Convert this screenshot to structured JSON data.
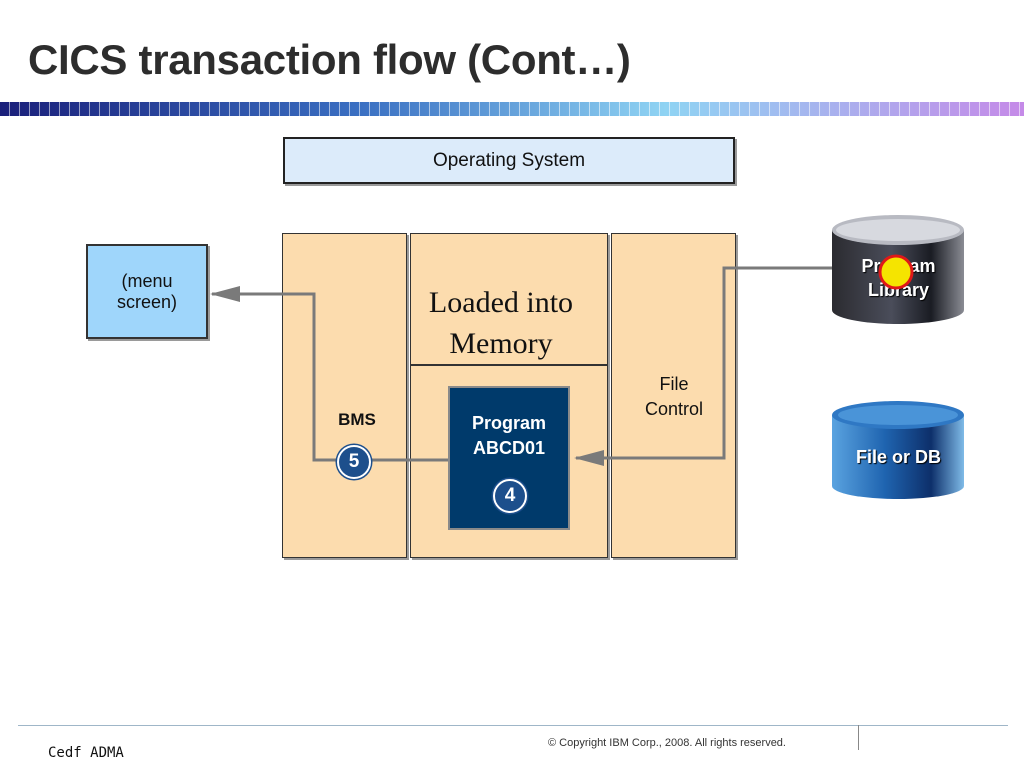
{
  "slide": {
    "title": "CICS transaction flow (Cont…)",
    "footer_left": "Cedf ADMA",
    "copyright": "© Copyright IBM Corp., 2008. All rights reserved."
  },
  "diagram": {
    "operating_system": "Operating System",
    "menu_screen": [
      "(menu",
      "screen)"
    ],
    "loaded_into_memory": [
      "Loaded into",
      "Memory"
    ],
    "bms": "BMS",
    "file_control": [
      "File",
      "Control"
    ],
    "program": [
      "Program",
      "ABCD01"
    ],
    "step_badges": {
      "bms_step": "5",
      "program_step": "4"
    },
    "program_library": [
      "Program",
      "Library"
    ],
    "file_or_db": "File or DB"
  },
  "colors": {
    "title": "#2d2d2d",
    "panel_fill": "#fcdcae",
    "os_fill": "#dcebfa",
    "menu_fill": "#9fd6fb",
    "program_fill": "#003a6b",
    "badge_fill": "#1d4f8c",
    "arrow": "#7a7a7a",
    "highlight_marker": "#f5e400",
    "highlight_ring": "#e01818"
  },
  "icons": {
    "program_library": "dark-database-cylinder-icon",
    "file_or_db": "blue-database-cylinder-icon",
    "marker": "yellow-dot-marker-icon"
  }
}
